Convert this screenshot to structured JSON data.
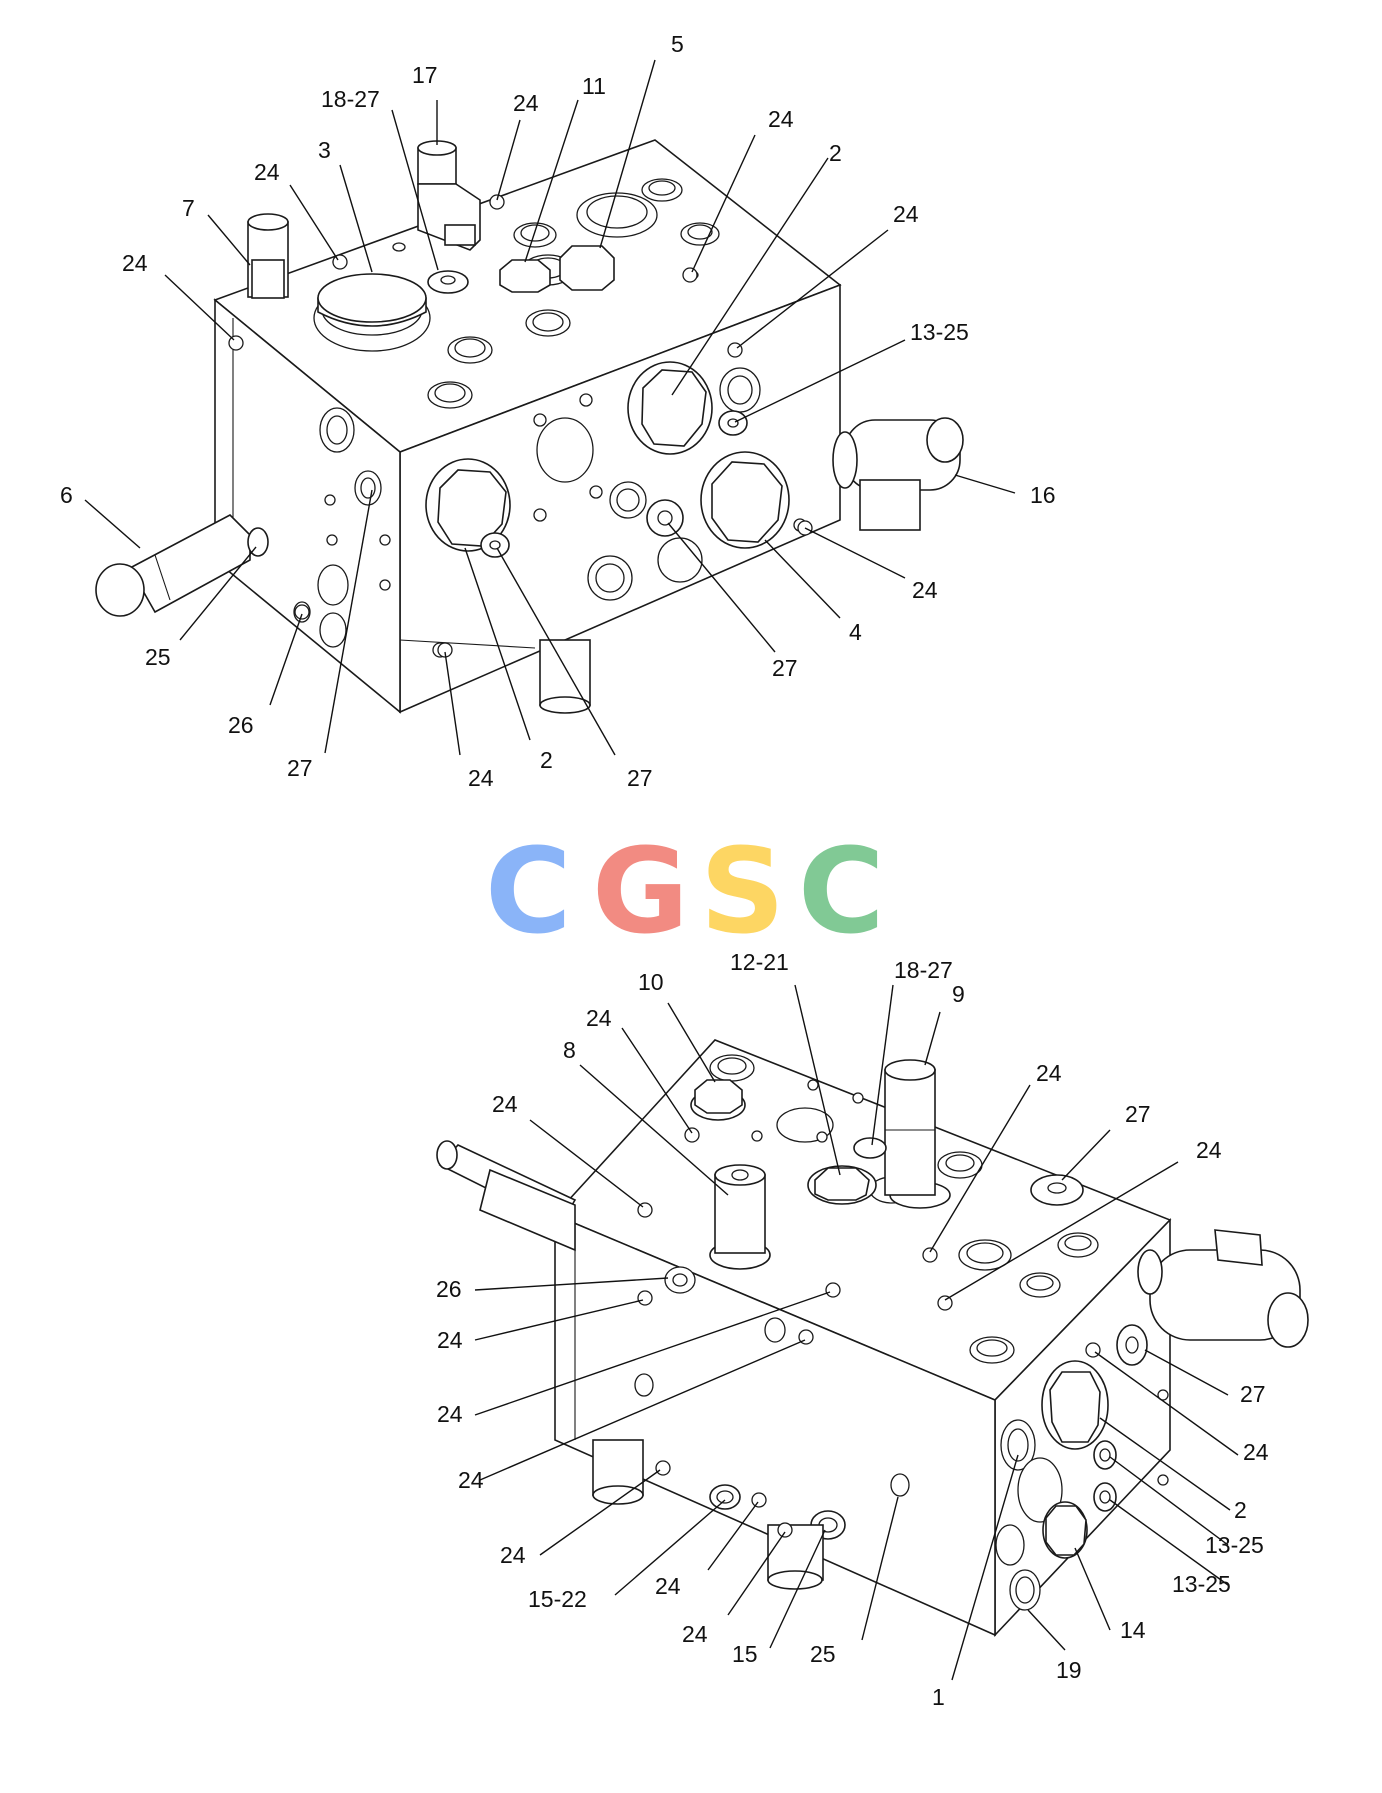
{
  "watermark": {
    "letters": [
      {
        "char": "C",
        "color": "#8ab4f8"
      },
      {
        "char": "G",
        "color": "#f28b82"
      },
      {
        "char": "S",
        "color": "#fdd663"
      },
      {
        "char": "C",
        "color": "#81c995"
      }
    ]
  },
  "top_view": {
    "callouts": [
      "17",
      "18-27",
      "24",
      "11",
      "5",
      "24",
      "3",
      "24",
      "2",
      "7",
      "24",
      "24",
      "13-25",
      "6",
      "16",
      "25",
      "24",
      "26",
      "4",
      "27",
      "27",
      "24",
      "2",
      "27"
    ]
  },
  "bottom_view": {
    "callouts": [
      "10",
      "12-21",
      "18-27",
      "9",
      "24",
      "8",
      "24",
      "24",
      "27",
      "24",
      "26",
      "24",
      "24",
      "27",
      "24",
      "24",
      "2",
      "13-25",
      "24",
      "13-25",
      "15-22",
      "24",
      "14",
      "24",
      "15",
      "25",
      "19",
      "1"
    ]
  }
}
